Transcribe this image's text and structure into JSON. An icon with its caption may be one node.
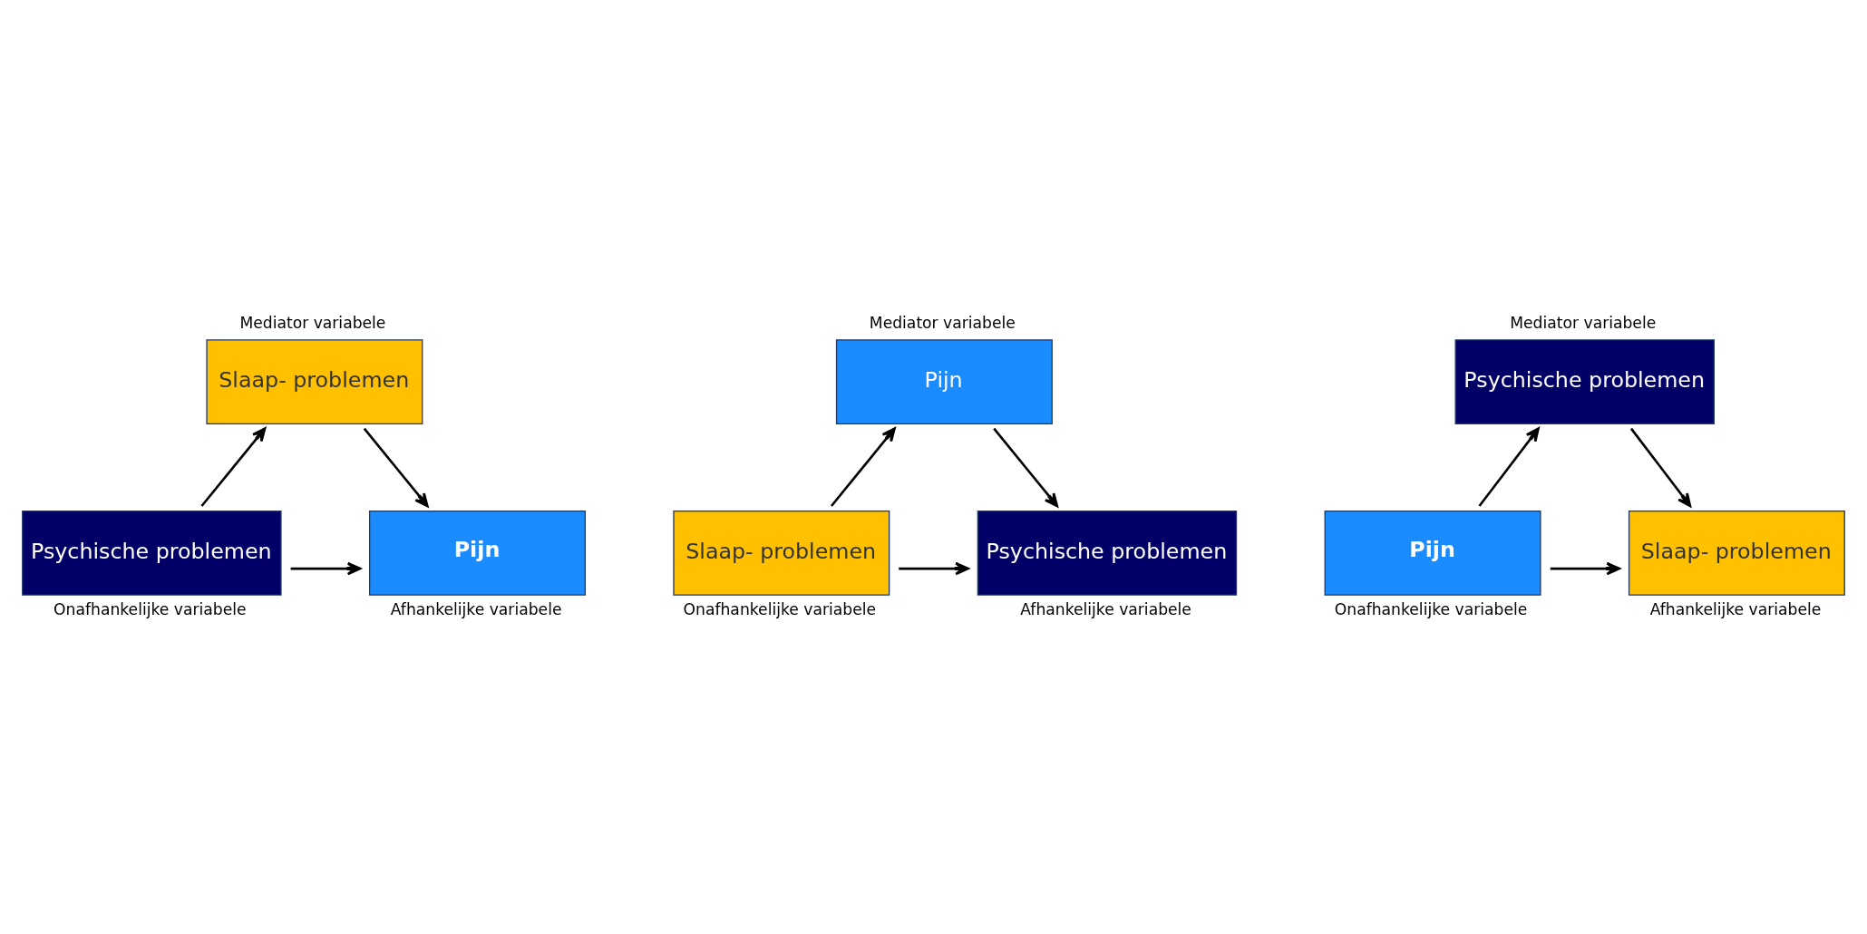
{
  "diagram": {
    "nodes": [
      {
        "text": [
          "Slaap- problemen"
        ],
        "beside": [
          "Mediator variabele"
        ]
      },
      {
        "text": [
          "Psychische problemen"
        ],
        "beside": [
          "Onafhankelijke variabele"
        ]
      },
      {
        "text": [
          "Pijn"
        ],
        "beside": [
          "Afhankelijke variabele"
        ]
      },
      {
        "text": [
          "Pijn"
        ],
        "beside": [
          "Mediator variabele"
        ]
      },
      {
        "text": [
          "Psychische problemen"
        ],
        "beside": [
          "Mediator variabele"
        ]
      },
      {
        "text": [
          "Slaap- problemen"
        ],
        "beside": [
          "Onafhankelijke variabele"
        ]
      },
      {
        "text": [
          "Psychische problemen"
        ],
        "beside": [
          "Afhankelijke variabele"
        ]
      },
      {
        "text": [
          "Pijn"
        ],
        "beside": [
          "Onafhankelijke variabele"
        ]
      },
      {
        "text": [
          "Slaap- problemen"
        ],
        "beside": [
          "Afhankelijke variabele"
        ]
      }
    ],
    "edges": [
      {
        "from": 1,
        "to": 0,
        "arrow": "to"
      },
      {
        "from": 0,
        "to": 2,
        "arrow": "to"
      },
      {
        "from": 1,
        "to": 2,
        "arrow": "to"
      },
      {
        "from": 5,
        "to": 3,
        "arrow": "to"
      },
      {
        "from": 3,
        "to": 6,
        "arrow": "to"
      },
      {
        "from": 5,
        "to": 6,
        "arrow": "to"
      },
      {
        "from": 7,
        "to": 4,
        "arrow": "to"
      },
      {
        "from": 4,
        "to": 8,
        "arrow": "to"
      },
      {
        "from": 7,
        "to": 8,
        "arrow": "to"
      }
    ]
  }
}
